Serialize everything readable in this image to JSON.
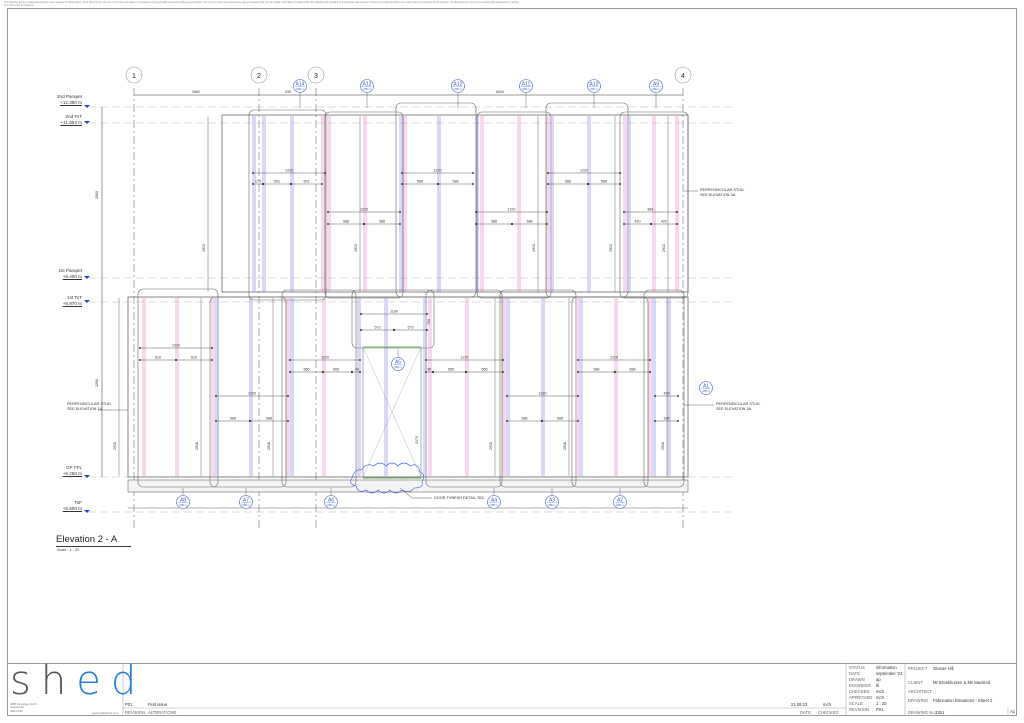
{
  "disclaimer": "This drawing and any reading thereof have been created for Shed's client, shed (Shd) for the sole use of the Client as stated. It is prepared using generally accepted engineering principles. Our terms of reference and those as agreed between Shd, and the Client. Information provided within this drawing and provided by third parties has not been checked or verified by Shd unless noted within the contents of this drawing. The Shd partner is only to the drawing plan appearance in writing from Shd, must be obtained.",
  "grid_labels": [
    "1",
    "2",
    "3",
    "4"
  ],
  "top_dimensions": [
    "2860",
    "930",
    "6054"
  ],
  "levels": [
    {
      "name": "2nd Parapet",
      "value": "+12.380 m"
    },
    {
      "name": "2nd ToT",
      "value": "+11.953 m"
    },
    {
      "name": "1st Parapet",
      "value": "+8.400 m"
    },
    {
      "name": "1st ToT",
      "value": "+8.970 m"
    },
    {
      "name": "GF FFL",
      "value": "+6.250 m"
    },
    {
      "name": "ToF",
      "value": "+5.600 m"
    }
  ],
  "tags_top": [
    {
      "id": "A14",
      "sheet": "8351-1"
    },
    {
      "id": "A13",
      "sheet": "8351-1"
    },
    {
      "id": "A12",
      "sheet": "8351-1"
    },
    {
      "id": "A11",
      "sheet": "8351-1"
    },
    {
      "id": "A10",
      "sheet": "8351-1"
    },
    {
      "id": "A9",
      "sheet": "8351-1"
    }
  ],
  "tags_bottom": [
    {
      "id": "A8",
      "sheet": "8351-1"
    },
    {
      "id": "A7",
      "sheet": "8351-1"
    },
    {
      "id": "A6",
      "sheet": "8351-1"
    },
    {
      "id": "A4",
      "sheet": "8351-1"
    },
    {
      "id": "A3",
      "sheet": "8351-1"
    },
    {
      "id": "A2",
      "sheet": "8351-1"
    }
  ],
  "tag_door": {
    "id": "A5",
    "sheet": "8351-1"
  },
  "tag_right": {
    "id": "A1",
    "sheet": "8351-1"
  },
  "upper_dims": {
    "panel": "1220",
    "a14_split": [
      "173",
      "501",
      "501"
    ],
    "split_588": "588",
    "last_panel": "884",
    "last_split": "420",
    "height": "2913",
    "overall_height": "2900"
  },
  "lower_dims": {
    "panel": "1220",
    "split_610": "610",
    "split_565": "565",
    "split_45": "45",
    "split_588": "588",
    "height": "2918",
    "overall_height": "3200",
    "door_width": "1190",
    "door_split": "573",
    "door_head": "700",
    "door_height": "2170",
    "right_top": "429",
    "right_bottom": "394"
  },
  "notes": {
    "perp_left": [
      "PERPENDICULAR STUD.",
      "SEE ELEVATION 1A."
    ],
    "perp_right_upper": [
      "PERPENDICULAR STUD.",
      "SEE ELEVATION 3A."
    ],
    "perp_right_lower": [
      "PERPENDICULAR STUD.",
      "SEE ELEVATION 3A."
    ],
    "door_thresh": "DOOR THRESH DETAIL TBC."
  },
  "view": {
    "title": "Elevation 2 - A",
    "scale": "Scale : 1 : 20"
  },
  "colors": {
    "blue_stud": "#7f7fe6",
    "pink_stud": "#e87fc0",
    "logo_blue": "#2a7fd0",
    "tag": "#3a5fd0"
  },
  "title_block": {
    "logo": {
      "part1": "sh",
      "part2": "ed"
    },
    "address": [
      "2885 Kingsway North",
      "Gateshead",
      "NE11 0JD"
    ],
    "website": "www.studioshed.com",
    "revisions": [
      {
        "rev": "P01",
        "alteration": "First issue",
        "date": "21.09.23",
        "checked": "mch"
      }
    ],
    "rev_headers": {
      "revision": "REVISION",
      "alterations": "ALTERATIONS",
      "date": "DATE",
      "checked": "CHECKED"
    },
    "fields": [
      {
        "label": "STATUS",
        "value": "information"
      },
      {
        "label": "DATE",
        "value": "september '23"
      },
      {
        "label": "DRAWN",
        "value": "ap"
      },
      {
        "label": "ENGINEER",
        "value": "lk"
      },
      {
        "label": "CHECKED",
        "value": "mch"
      },
      {
        "label": "APPROVED",
        "value": "mch"
      },
      {
        "label": "SCALE",
        "value": "1 : 20"
      },
      {
        "label": "REVISION",
        "value": "P01"
      }
    ],
    "project": {
      "label": "PROJECT",
      "value": "Gloster Hill"
    },
    "client": {
      "label": "CLIENT",
      "value": "Mr Broekhuizen & Ms Macleod"
    },
    "architect": {
      "label": "ARCHITECT",
      "value": ""
    },
    "drawing": {
      "label": "DRAWING",
      "value": "Fabrication Elevations - Sheet 2"
    },
    "drawing_no": {
      "label": "DRAWING No.",
      "value": "3351"
    },
    "sheet_size": "A1"
  }
}
